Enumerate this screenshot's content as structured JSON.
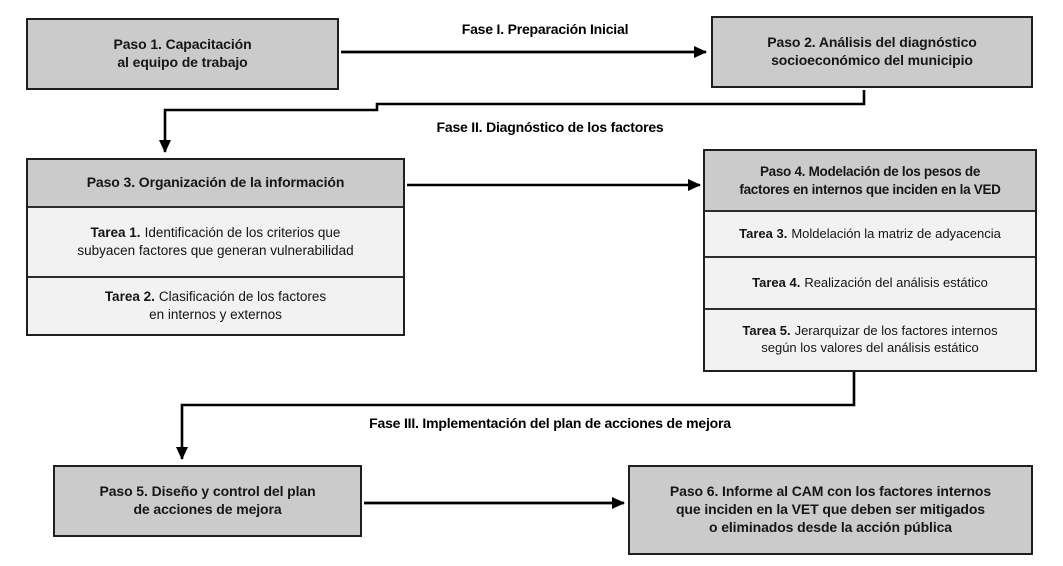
{
  "colors": {
    "step_fill": "#cbcbcb",
    "task_fill": "#f2f2f2",
    "border": "#1f1f1f",
    "arrow": "#000000",
    "background": "#ffffff"
  },
  "phases": [
    {
      "label": "Fase I. Preparación Inicial"
    },
    {
      "label": "Fase II. Diagnóstico de los factores"
    },
    {
      "label": "Fase III. Implementación del plan de acciones de mejora"
    }
  ],
  "steps": [
    {
      "title": "Paso 1. Capacitación\nal equipo de trabajo"
    },
    {
      "title": "Paso 2. Análisis del diagnóstico\nsocioeconómico del municipio"
    },
    {
      "title": "Paso 3. Organización de la información",
      "tasks": [
        {
          "label": "Tarea 1.",
          "text": "Identificación de los criterios que\nsubyacen factores que generan vulnerabilidad"
        },
        {
          "label": "Tarea 2.",
          "text": "Clasificación de los factores\nen internos y externos"
        }
      ]
    },
    {
      "title": "Paso 4. Modelación de los pesos de\nfactores en internos que inciden en la VED",
      "tasks": [
        {
          "label": "Tarea 3.",
          "text": "Moldelación la matriz de adyacencia"
        },
        {
          "label": "Tarea 4.",
          "text": "Realización del análisis estático"
        },
        {
          "label": "Tarea 5.",
          "text": "Jerarquizar de los factores internos\nsegún los valores del análisis estático"
        }
      ]
    },
    {
      "title": "Paso 5. Diseño y control del plan\nde acciones de mejora"
    },
    {
      "title": "Paso 6. Informe al CAM con los factores internos\nque inciden en la VET que deben ser mitigados\no eliminados desde la acción pública"
    }
  ]
}
